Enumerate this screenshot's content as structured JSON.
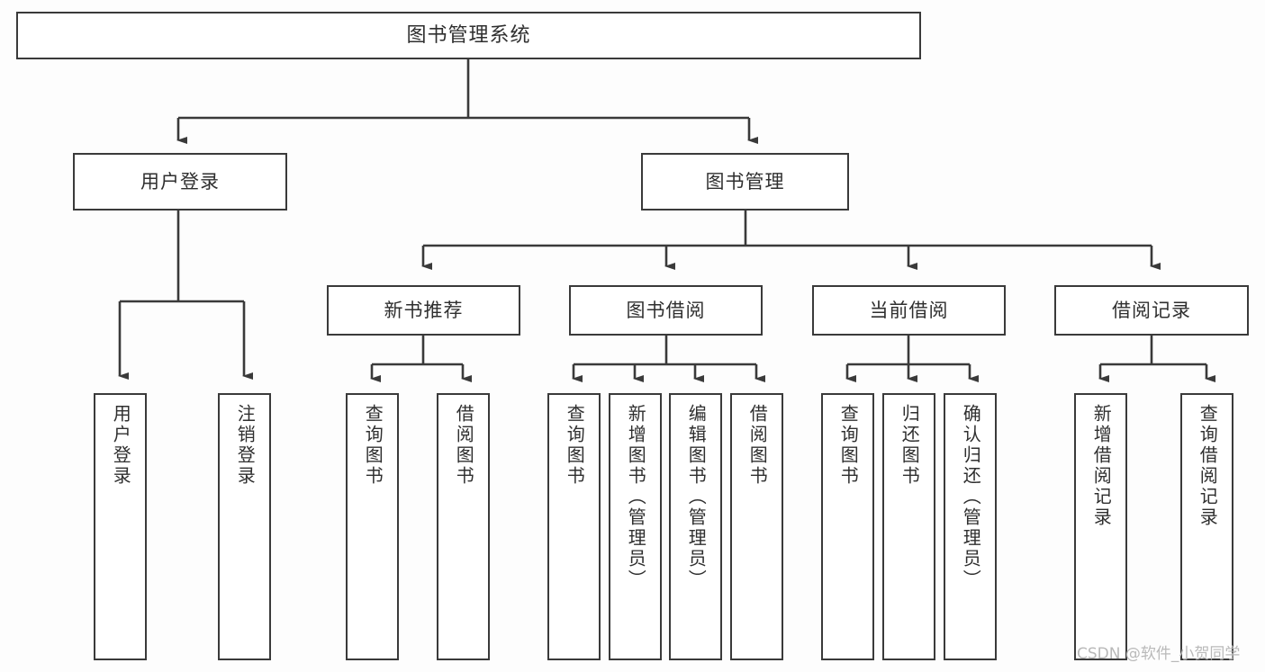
{
  "diagram": {
    "title": "图书管理系统",
    "type": "tree-hierarchy",
    "watermark": "CSDN @软件_小贺同学",
    "colors": {
      "background": "#fdfdfd",
      "node_fill": "#ffffff",
      "node_border": "#3a3a3a",
      "edge": "#3a3a3a",
      "text": "#2f2f2f",
      "watermark": "#b9b9b9"
    },
    "nodes": {
      "root": {
        "label": "图书管理系统"
      },
      "level2": [
        {
          "label": "用户登录"
        },
        {
          "label": "图书管理"
        }
      ],
      "level3": [
        {
          "label": "新书推荐"
        },
        {
          "label": "图书借阅"
        },
        {
          "label": "当前借阅"
        },
        {
          "label": "借阅记录"
        }
      ],
      "leaves": [
        {
          "label": "用户登录"
        },
        {
          "label": "注销登录"
        },
        {
          "label": "查询图书"
        },
        {
          "label": "借阅图书"
        },
        {
          "label": "查询图书"
        },
        {
          "label": "新增图书（管理员）"
        },
        {
          "label": "编辑图书（管理员）"
        },
        {
          "label": "借阅图书"
        },
        {
          "label": "查询图书"
        },
        {
          "label": "归还图书"
        },
        {
          "label": "确认归还（管理员）"
        },
        {
          "label": "新增借阅记录"
        },
        {
          "label": "查询借阅记录"
        }
      ]
    }
  }
}
